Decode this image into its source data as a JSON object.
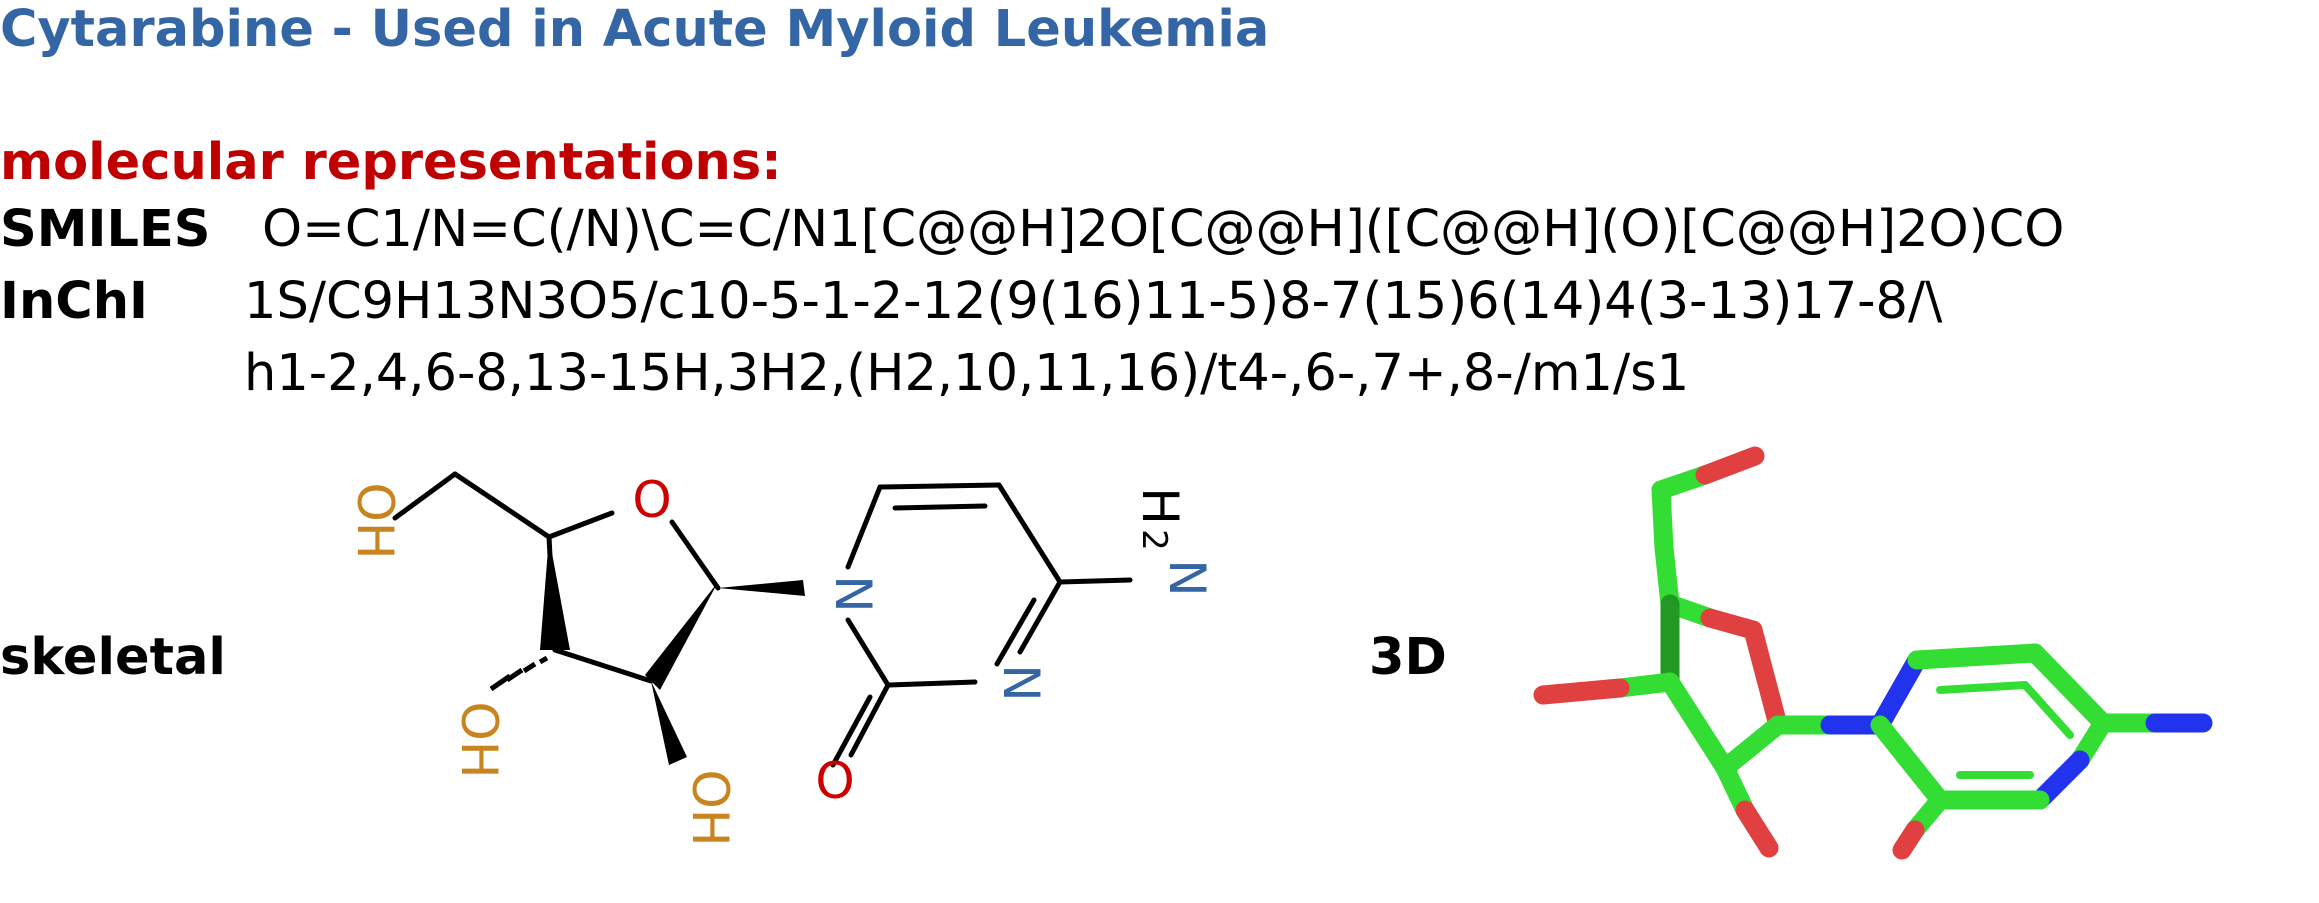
{
  "title": "Cytarabine - Used in Acute Myloid Leukemia",
  "section_heading": "molecular representations:",
  "smiles": {
    "label": "SMILES",
    "value": "O=C1/N=C(/N)\\C=C/N1[C@@H]2O[C@@H]([C@@H](O)[C@@H]2O)CO"
  },
  "inchi": {
    "label": "InChI",
    "line1": "1S/C9H13N3O5/c10-5-1-2-12(9(16)11-5)8-7(15)6(14)4(3-13)17-8/\\",
    "line2": "h1-2,4,6-8,13-15H,3H2,(H2,10,11,16)/t4-,6-,7+,8-/m1/s1"
  },
  "skeletal": {
    "label": "skeletal",
    "atoms": {
      "oh_top": "OH",
      "oh_left": "OH",
      "oh_bottom": "OH",
      "ring_oxygen": "O",
      "carbonyl_oxygen": "O",
      "n1": "N",
      "n3": "N",
      "amine_h": "H",
      "amine_subscript": "2",
      "amine_n": "N"
    }
  },
  "model3d": {
    "label": "3D"
  },
  "colors": {
    "title": "#3465a4",
    "section": "#c00000",
    "oxygen": "#cc0000",
    "hydroxyl": "#c8841e",
    "nitrogen": "#3465a4",
    "carbon3d": "#33dd33",
    "oxygen3d": "#e04040",
    "nitrogen3d": "#2233ee"
  }
}
